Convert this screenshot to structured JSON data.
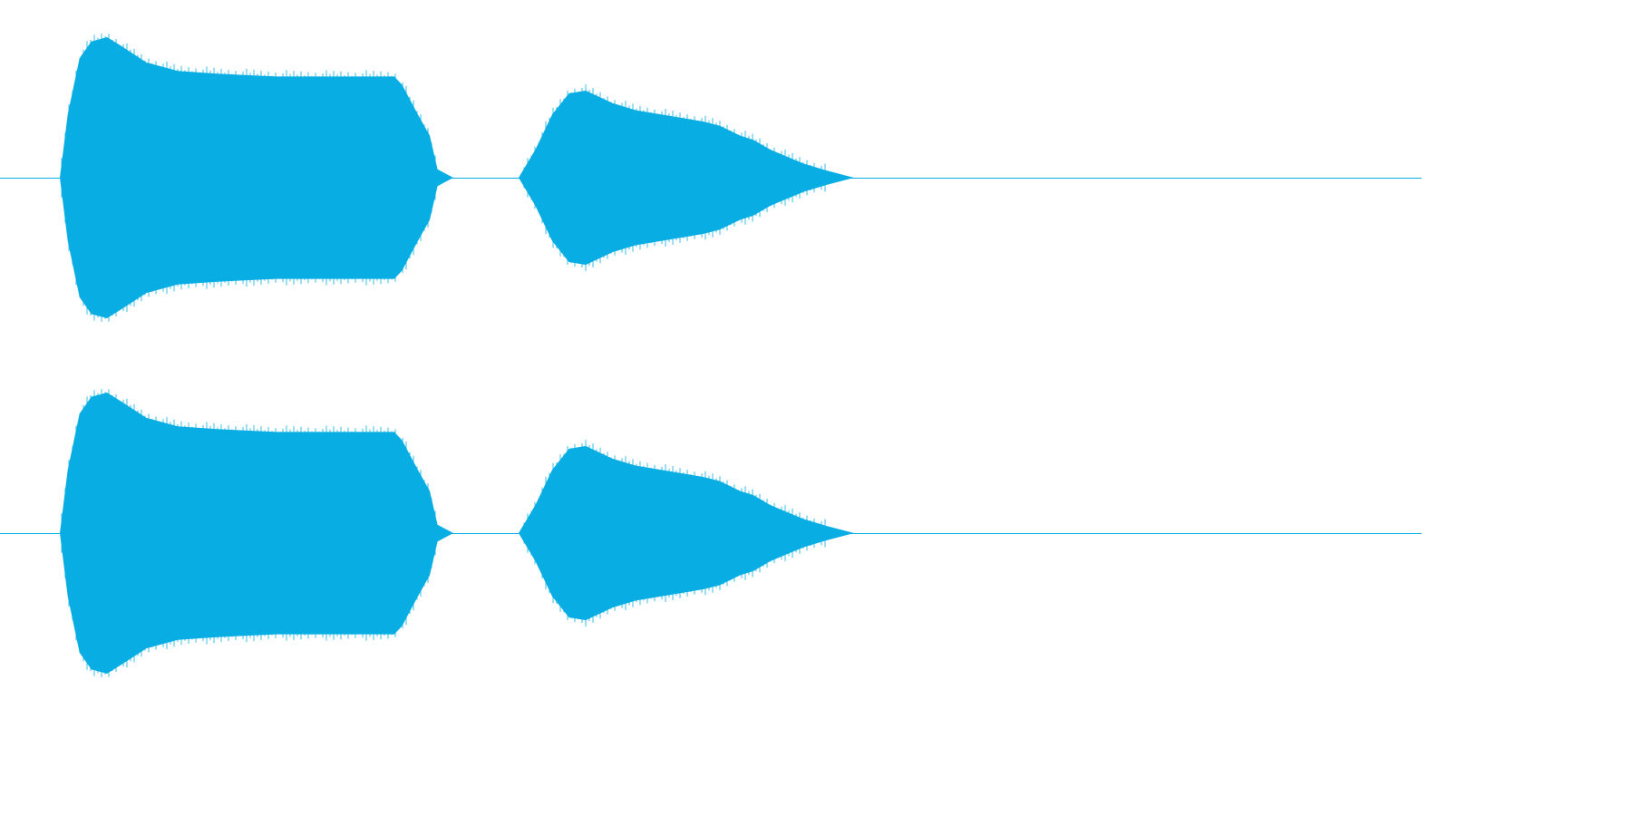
{
  "waveform": {
    "color": "#08aee3",
    "background": "#ffffff",
    "channels": [
      {
        "name": "channel-1",
        "bursts": [
          {
            "envelope_top": [
              [
                0.0,
                0.0
              ],
              [
                0.02,
                0.45
              ],
              [
                0.05,
                0.85
              ],
              [
                0.08,
                0.97
              ],
              [
                0.12,
                1.0
              ],
              [
                0.16,
                0.93
              ],
              [
                0.22,
                0.82
              ],
              [
                0.3,
                0.76
              ],
              [
                0.4,
                0.74
              ],
              [
                0.55,
                0.72
              ],
              [
                0.7,
                0.72
              ],
              [
                0.85,
                0.72
              ],
              [
                0.87,
                0.66
              ],
              [
                0.91,
                0.45
              ],
              [
                0.94,
                0.3
              ],
              [
                0.96,
                0.06
              ],
              [
                1.0,
                0.0
              ]
            ]
          },
          {
            "envelope_top": [
              [
                0.0,
                0.0
              ],
              [
                0.05,
                0.2
              ],
              [
                0.1,
                0.45
              ],
              [
                0.15,
                0.6
              ],
              [
                0.2,
                0.62
              ],
              [
                0.28,
                0.53
              ],
              [
                0.35,
                0.48
              ],
              [
                0.45,
                0.44
              ],
              [
                0.55,
                0.4
              ],
              [
                0.6,
                0.37
              ],
              [
                0.66,
                0.3
              ],
              [
                0.7,
                0.27
              ],
              [
                0.75,
                0.2
              ],
              [
                0.85,
                0.1
              ],
              [
                0.92,
                0.05
              ],
              [
                1.0,
                0.0
              ]
            ]
          }
        ]
      },
      {
        "name": "channel-2",
        "bursts": [
          {
            "envelope_top": [
              [
                0.0,
                0.0
              ],
              [
                0.02,
                0.45
              ],
              [
                0.05,
                0.85
              ],
              [
                0.08,
                0.97
              ],
              [
                0.12,
                1.0
              ],
              [
                0.16,
                0.93
              ],
              [
                0.22,
                0.82
              ],
              [
                0.3,
                0.76
              ],
              [
                0.4,
                0.74
              ],
              [
                0.55,
                0.72
              ],
              [
                0.7,
                0.72
              ],
              [
                0.85,
                0.72
              ],
              [
                0.87,
                0.66
              ],
              [
                0.91,
                0.45
              ],
              [
                0.94,
                0.3
              ],
              [
                0.96,
                0.06
              ],
              [
                1.0,
                0.0
              ]
            ]
          },
          {
            "envelope_top": [
              [
                0.0,
                0.0
              ],
              [
                0.05,
                0.2
              ],
              [
                0.1,
                0.45
              ],
              [
                0.15,
                0.6
              ],
              [
                0.2,
                0.62
              ],
              [
                0.28,
                0.53
              ],
              [
                0.35,
                0.48
              ],
              [
                0.45,
                0.44
              ],
              [
                0.55,
                0.4
              ],
              [
                0.6,
                0.37
              ],
              [
                0.66,
                0.3
              ],
              [
                0.7,
                0.27
              ],
              [
                0.75,
                0.2
              ],
              [
                0.85,
                0.1
              ],
              [
                0.92,
                0.05
              ],
              [
                1.0,
                0.0
              ]
            ]
          }
        ]
      }
    ]
  }
}
